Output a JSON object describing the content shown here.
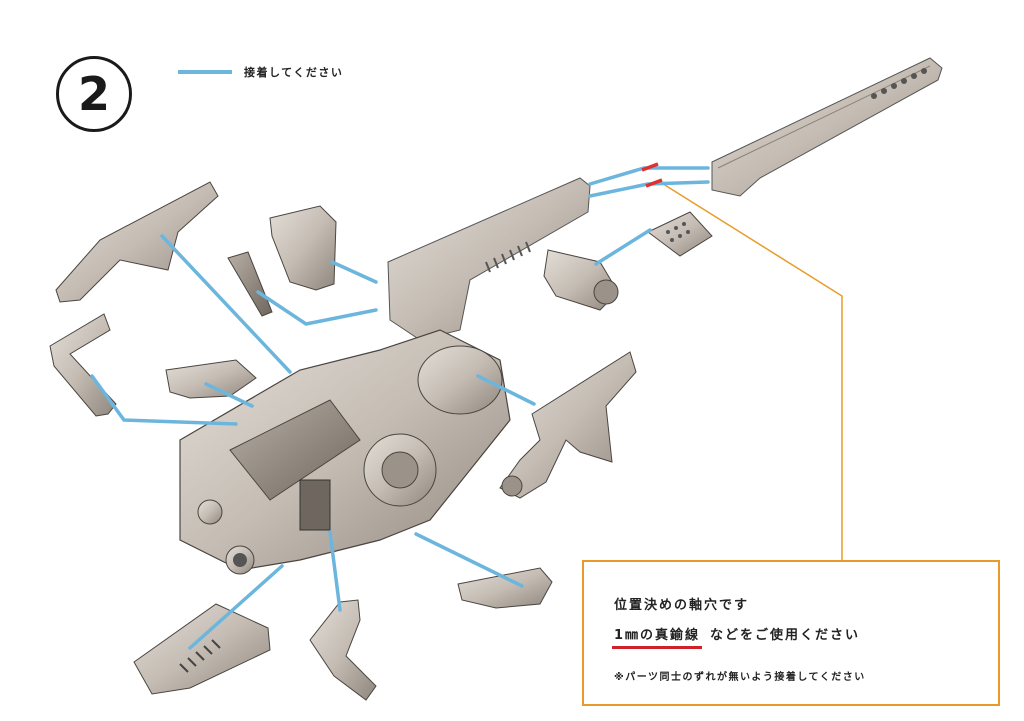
{
  "step": {
    "number": "2"
  },
  "legend": {
    "label": "接着してください",
    "line_color": "#6cb6dd"
  },
  "note": {
    "line1": "位置決めの軸穴です",
    "line2_emph": "1㎜の真鍮線",
    "line2_rest": "などをご使用ください",
    "line3": "※パーツ同士のずれが無いよう接着してください",
    "border_color": "#e89b2a",
    "underline_color": "#d0202a"
  },
  "part_color": "#c7bfb6",
  "glue_line_color": "#6cb6dd",
  "pin_line_color": "#e03030"
}
